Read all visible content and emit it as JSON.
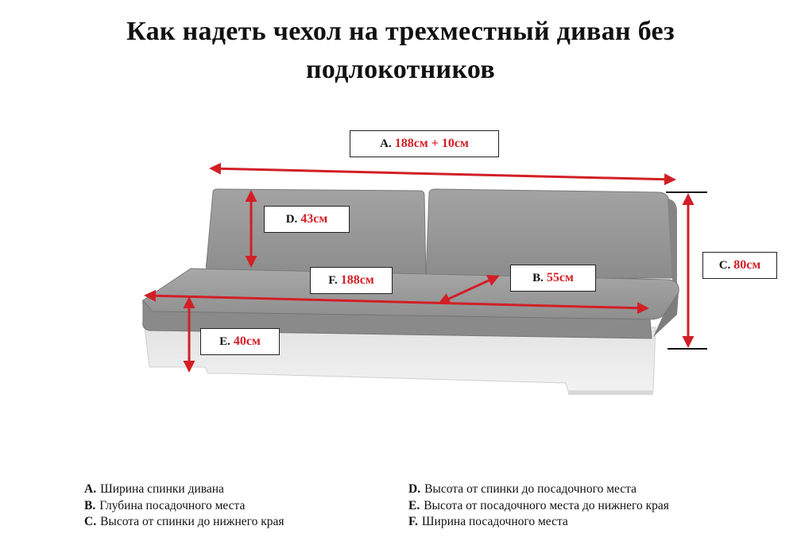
{
  "title": {
    "line1": "Как надеть чехол на трехместный диван без",
    "line2": "подлокотников"
  },
  "labels": {
    "A": {
      "letter": "A.",
      "value": "188см + 10см"
    },
    "B": {
      "letter": "B.",
      "value": "55см"
    },
    "C": {
      "letter": "C.",
      "value": "80см"
    },
    "D": {
      "letter": "D.",
      "value": "43см"
    },
    "E": {
      "letter": "E.",
      "value": "40см"
    },
    "F": {
      "letter": "F.",
      "value": "188см"
    }
  },
  "legend": [
    {
      "letter": "A.",
      "text": "Ширина спинки дивана"
    },
    {
      "letter": "B.",
      "text": "Глубина посадочного места"
    },
    {
      "letter": "C.",
      "text": "Высота от спинки до нижнего края"
    },
    {
      "letter": "D.",
      "text": "Высота от спинки до посадочного  места"
    },
    {
      "letter": "E.",
      "text": "Высота от посадочного  места до нижнего края"
    },
    {
      "letter": "F.",
      "text": "Ширина посадочного места"
    }
  ],
  "colors": {
    "dimension_line": "#d21f26",
    "value_text": "#d21f26",
    "upholstery": "#9a9a9a",
    "base": "#eaeaea"
  }
}
